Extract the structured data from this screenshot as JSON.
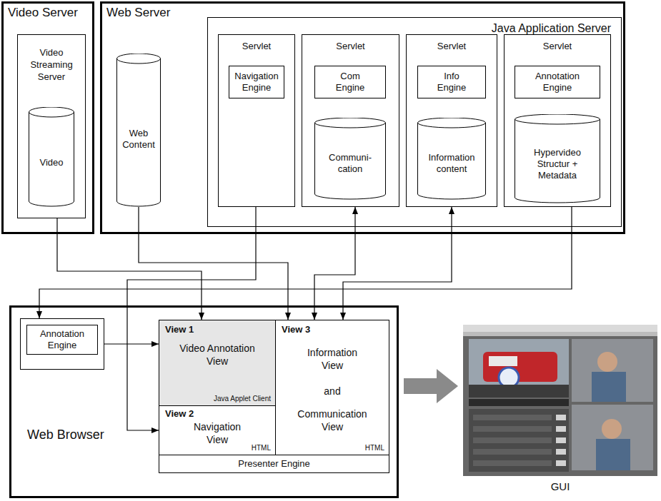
{
  "diagram": {
    "nodes": [
      {
        "text": [
          "Video Server"
        ]
      },
      {
        "text": [
          "Video Streaming Server"
        ],
        "in": 0
      },
      {
        "text": [
          "Video"
        ],
        "in": 1
      },
      {
        "text": [
          "Web Server"
        ]
      },
      {
        "text": [
          "Web Content"
        ],
        "in": 3
      },
      {
        "text": [
          "Java Application Server"
        ],
        "in": 3
      },
      {
        "text": [
          "Servlet"
        ],
        "in": 5
      },
      {
        "text": [
          "Navigation Engine"
        ],
        "in": 6
      },
      {
        "text": [
          "Servlet"
        ],
        "in": 5
      },
      {
        "text": [
          "Com Engine"
        ],
        "in": 8
      },
      {
        "text": [
          "Communi- cation"
        ],
        "in": 8
      },
      {
        "text": [
          "Servlet"
        ],
        "in": 5
      },
      {
        "text": [
          "Info Engine"
        ],
        "in": 11
      },
      {
        "text": [
          "Information content"
        ],
        "in": 11
      },
      {
        "text": [
          "Servlet"
        ],
        "in": 5
      },
      {
        "text": [
          "Annotation Engine"
        ],
        "in": 14
      },
      {
        "text": [
          "Hypervideo Structur + Metadata"
        ],
        "in": 14
      },
      {
        "text": [
          "Web Browser"
        ]
      },
      {
        "text": [
          "Annotation Engine"
        ],
        "in": 17
      },
      {
        "text": [
          "View 1",
          "Video Annotation View",
          "Java Applet Client"
        ],
        "in": 17
      },
      {
        "text": [
          "View 2",
          "Navigation View",
          "HTML"
        ],
        "in": 17
      },
      {
        "text": [
          "View 3",
          "Information View",
          "and",
          "Communication View",
          "HTML"
        ],
        "in": 17
      },
      {
        "text": [
          "Presenter Engine"
        ],
        "in": 17
      }
    ],
    "edges": [
      {
        "from": 1,
        "to": 19,
        "arrow": "to"
      },
      {
        "from": 4,
        "to": 21,
        "arrow": "to"
      },
      {
        "from": 6,
        "to": 20,
        "arrow": "to"
      },
      {
        "from": 8,
        "to": 21,
        "arrow": "both"
      },
      {
        "from": 11,
        "to": 21,
        "arrow": "both"
      },
      {
        "from": 14,
        "to": 18,
        "arrow": "to"
      },
      {
        "from": 18,
        "to": 19,
        "arrow": "to"
      }
    ],
    "labels": [
      "GUI"
    ]
  }
}
